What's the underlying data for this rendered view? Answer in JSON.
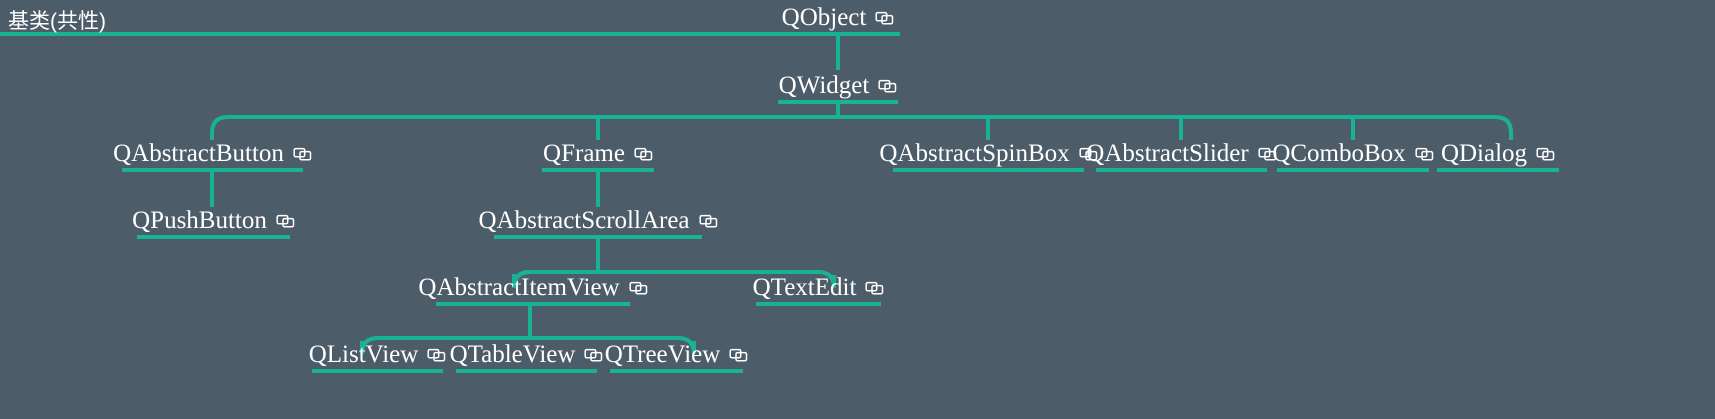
{
  "diagram": {
    "title_label": "基类(共性)",
    "type": "class-inheritance-tree",
    "colors": {
      "background": "#4d5c69",
      "accent_line": "#17b394",
      "label_text": "#ffffff"
    },
    "icon_name": "copy-icon",
    "nodes": [
      {
        "id": "qobject",
        "label": "QObject",
        "icon": "copy-icon",
        "level": 0
      },
      {
        "id": "qwidget",
        "label": "QWidget",
        "icon": "copy-icon",
        "level": 1
      },
      {
        "id": "qabstractbutton",
        "label": "QAbstractButton",
        "icon": "copy-icon",
        "level": 2
      },
      {
        "id": "qframe",
        "label": "QFrame",
        "icon": "copy-icon",
        "level": 2
      },
      {
        "id": "qabstractspinbox",
        "label": "QAbstractSpinBox",
        "icon": "copy-icon",
        "level": 2
      },
      {
        "id": "qabstractslider",
        "label": "QAbstractSlider",
        "icon": "copy-icon",
        "level": 2
      },
      {
        "id": "qcombobox",
        "label": "QComboBox",
        "icon": "copy-icon",
        "level": 2
      },
      {
        "id": "qdialog",
        "label": "QDialog",
        "icon": "copy-icon",
        "level": 2
      },
      {
        "id": "qpushbutton",
        "label": "QPushButton",
        "icon": "copy-icon",
        "level": 3
      },
      {
        "id": "qabstractscrollarea",
        "label": "QAbstractScrollArea",
        "icon": "copy-icon",
        "level": 3
      },
      {
        "id": "qabstractitemview",
        "label": "QAbstractItemView",
        "icon": "copy-icon",
        "level": 4
      },
      {
        "id": "qtextedit",
        "label": "QTextEdit",
        "icon": "copy-icon",
        "level": 4
      },
      {
        "id": "qlistview",
        "label": "QListView",
        "icon": "copy-icon",
        "level": 5
      },
      {
        "id": "qtableview",
        "label": "QTableView",
        "icon": "copy-icon",
        "level": 5
      },
      {
        "id": "qtreeview",
        "label": "QTreeView",
        "icon": "copy-icon",
        "level": 5
      }
    ],
    "edges": [
      {
        "from": "qobject",
        "to": "qwidget"
      },
      {
        "from": "qwidget",
        "to": "qabstractbutton"
      },
      {
        "from": "qwidget",
        "to": "qframe"
      },
      {
        "from": "qwidget",
        "to": "qabstractspinbox"
      },
      {
        "from": "qwidget",
        "to": "qabstractslider"
      },
      {
        "from": "qwidget",
        "to": "qcombobox"
      },
      {
        "from": "qwidget",
        "to": "qdialog"
      },
      {
        "from": "qabstractbutton",
        "to": "qpushbutton"
      },
      {
        "from": "qframe",
        "to": "qabstractscrollarea"
      },
      {
        "from": "qabstractscrollarea",
        "to": "qabstractitemview"
      },
      {
        "from": "qabstractscrollarea",
        "to": "qtextedit"
      },
      {
        "from": "qabstractitemview",
        "to": "qlistview"
      },
      {
        "from": "qabstractitemview",
        "to": "qtableview"
      },
      {
        "from": "qabstractitemview",
        "to": "qtreeview"
      }
    ]
  }
}
